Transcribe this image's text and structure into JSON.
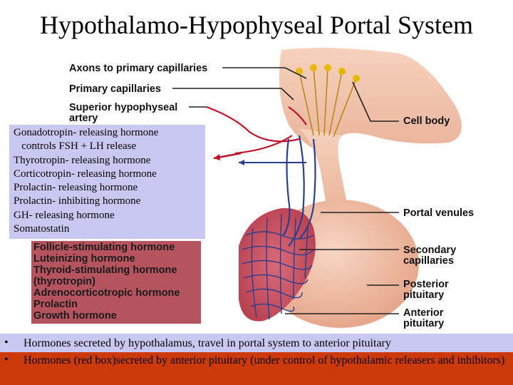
{
  "title": "Hypothalamo-Hypophyseal Portal System",
  "labels": {
    "axons": "Axons to primary capillaries",
    "primary_capillaries": "Primary capillaries",
    "superior_artery_line1": "Superior hypophyseal",
    "superior_artery_line2": "artery",
    "cell_body": "Cell body",
    "portal_venules": "Portal venules",
    "secondary_capillaries_line1": "Secondary",
    "secondary_capillaries_line2": "capillaries",
    "posterior_line1": "Posterior",
    "posterior_line2": "pituitary",
    "anterior_line1": "Anterior",
    "anterior_line2": "pituitary"
  },
  "releasing_hormones": [
    "Gonadotropin- releasing hormone",
    "   controls FSH + LH release",
    "Thyrotropin- releasing hormone",
    "Corticotropin- releasing hormone",
    "Prolactin- releasing hormone",
    "Prolactin- inhibiting hormone",
    "GH- releasing hormone",
    "Somatostatin"
  ],
  "pituitary_hormones": [
    "Follicle-stimulating hormone",
    "Luteinizing hormone",
    "Thyroid-stimulating hormone",
    "(thyrotropin)",
    "Adrenocorticotropic hormone",
    "Prolactin",
    "Growth hormone"
  ],
  "notes": [
    "Hormones secreted by hypothalamus, travel in portal system to anterior pituitary",
    "Hormones (red box)secreted by anterior pituitary (under control of hypothalamic releasers and inhibitors)"
  ],
  "bullet_glyph": "•",
  "colors": {
    "blue_box": "#c8c8f2",
    "red_box": "#b5545f",
    "note_band_blue": "#c8c8f2",
    "note_band_red": "#cc3a0c",
    "tissue": "#f2c2a8",
    "vessel_blue": "#2a3f8f",
    "vessel_red": "#c0102a"
  }
}
